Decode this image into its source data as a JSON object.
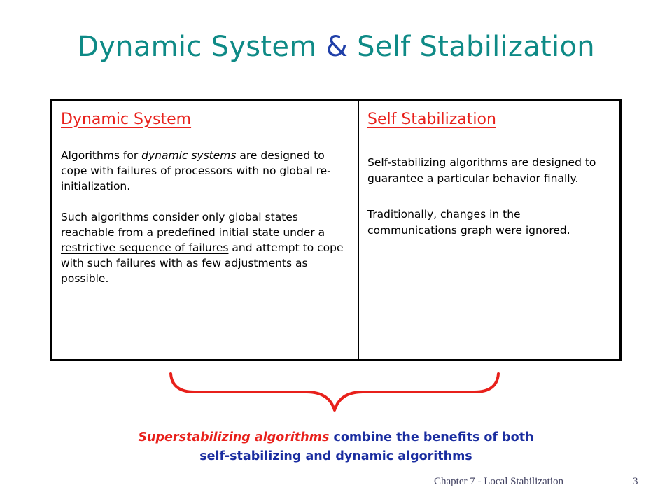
{
  "title": {
    "part1": "Dynamic System",
    "amp": " & ",
    "part2": "Self Stabilization"
  },
  "left": {
    "heading": "Dynamic System",
    "p1_a": "Algorithms for ",
    "p1_em": "dynamic systems",
    "p1_b": " are designed to cope with failures of processors with no global re-initialization.",
    "p2_a": "Such algorithms consider only global states reachable from a predefined initial state under a ",
    "p2_ul": "restrictive sequence of failures",
    "p2_b": " and attempt to cope with such failures with as few adjustments as possible."
  },
  "right": {
    "heading": "Self Stabilization",
    "p1": "Self-stabilizing algorithms are designed to guarantee a particular behavior finally.",
    "p2": "Traditionally, changes in the communications graph were ignored."
  },
  "caption": {
    "em": "Superstabilizing algorithms",
    "rest1": " combine the benefits of both",
    "line2": "self-stabilizing and dynamic algorithms"
  },
  "footer": {
    "chapter": "Chapter 7 - Local Stabilization",
    "page": "3"
  },
  "colors": {
    "title": "#0e8a86",
    "heading": "#e8201b",
    "caption": "#1a2da0",
    "brace": "#e8201b"
  }
}
